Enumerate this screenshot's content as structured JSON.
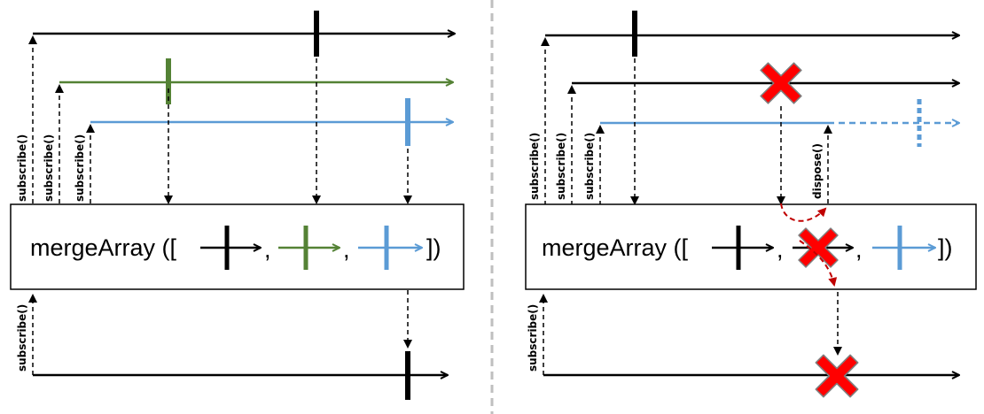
{
  "left_panel": {
    "subscribe_labels": [
      "subscribe()",
      "subscribe()",
      "subscribe()",
      "subscribe()"
    ],
    "operator_text": "mergeArray ([",
    "separators": [
      ",",
      ",",
      "])"
    ]
  },
  "right_panel": {
    "subscribe_labels": [
      "subscribe()",
      "subscribe()",
      "subscribe()",
      "subscribe()"
    ],
    "dispose_label": "dispose()",
    "operator_text": "mergeArray ([",
    "separators": [
      ",",
      ",",
      "])"
    ]
  },
  "colors": {
    "black_stream": "#000000",
    "green_stream": "#548235",
    "blue_stream": "#5B9BD5",
    "error_cross": "#FF0000",
    "dispose_arrow": "#C00000",
    "divider": "#BFBFBF"
  }
}
